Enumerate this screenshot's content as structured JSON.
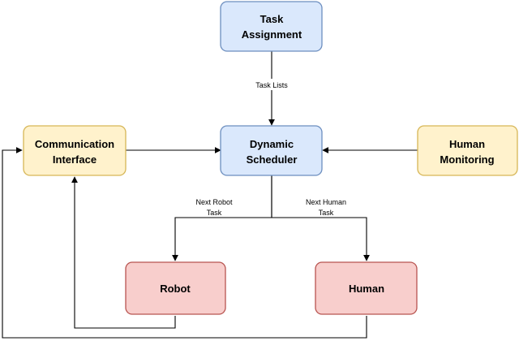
{
  "colors": {
    "blue_fill": "#dae8fc",
    "blue_stroke": "#6c8ebf",
    "yellow_fill": "#fff2cc",
    "yellow_stroke": "#d6b656",
    "red_fill": "#f8cecc",
    "red_stroke": "#b85450"
  },
  "nodes": {
    "task_assignment": {
      "line1": "Task",
      "line2": "Assignment"
    },
    "dynamic_scheduler": {
      "line1": "Dynamic",
      "line2": "Scheduler"
    },
    "communication_interface": {
      "line1": "Communication",
      "line2": "Interface"
    },
    "human_monitoring": {
      "line1": "Human",
      "line2": "Monitoring"
    },
    "robot": {
      "label": "Robot"
    },
    "human": {
      "label": "Human"
    }
  },
  "edges": {
    "task_lists": "Task Lists",
    "next_robot_task": {
      "line1": "Next Robot",
      "line2": "Task"
    },
    "next_human_task": {
      "line1": "Next Human",
      "line2": "Task"
    }
  }
}
